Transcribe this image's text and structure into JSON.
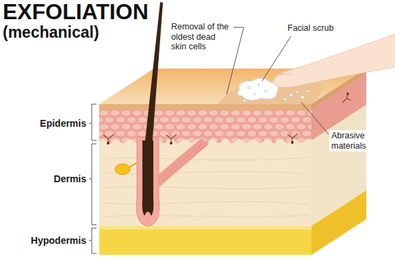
{
  "diagram": {
    "title": "EXFOLIATION (mechanical)",
    "labels": [
      "Removal of the oldest dead skin cells",
      "Facial scrub",
      "Abrasive materials",
      "Epidermis",
      "Dermis",
      "Hypodermis"
    ]
  }
}
